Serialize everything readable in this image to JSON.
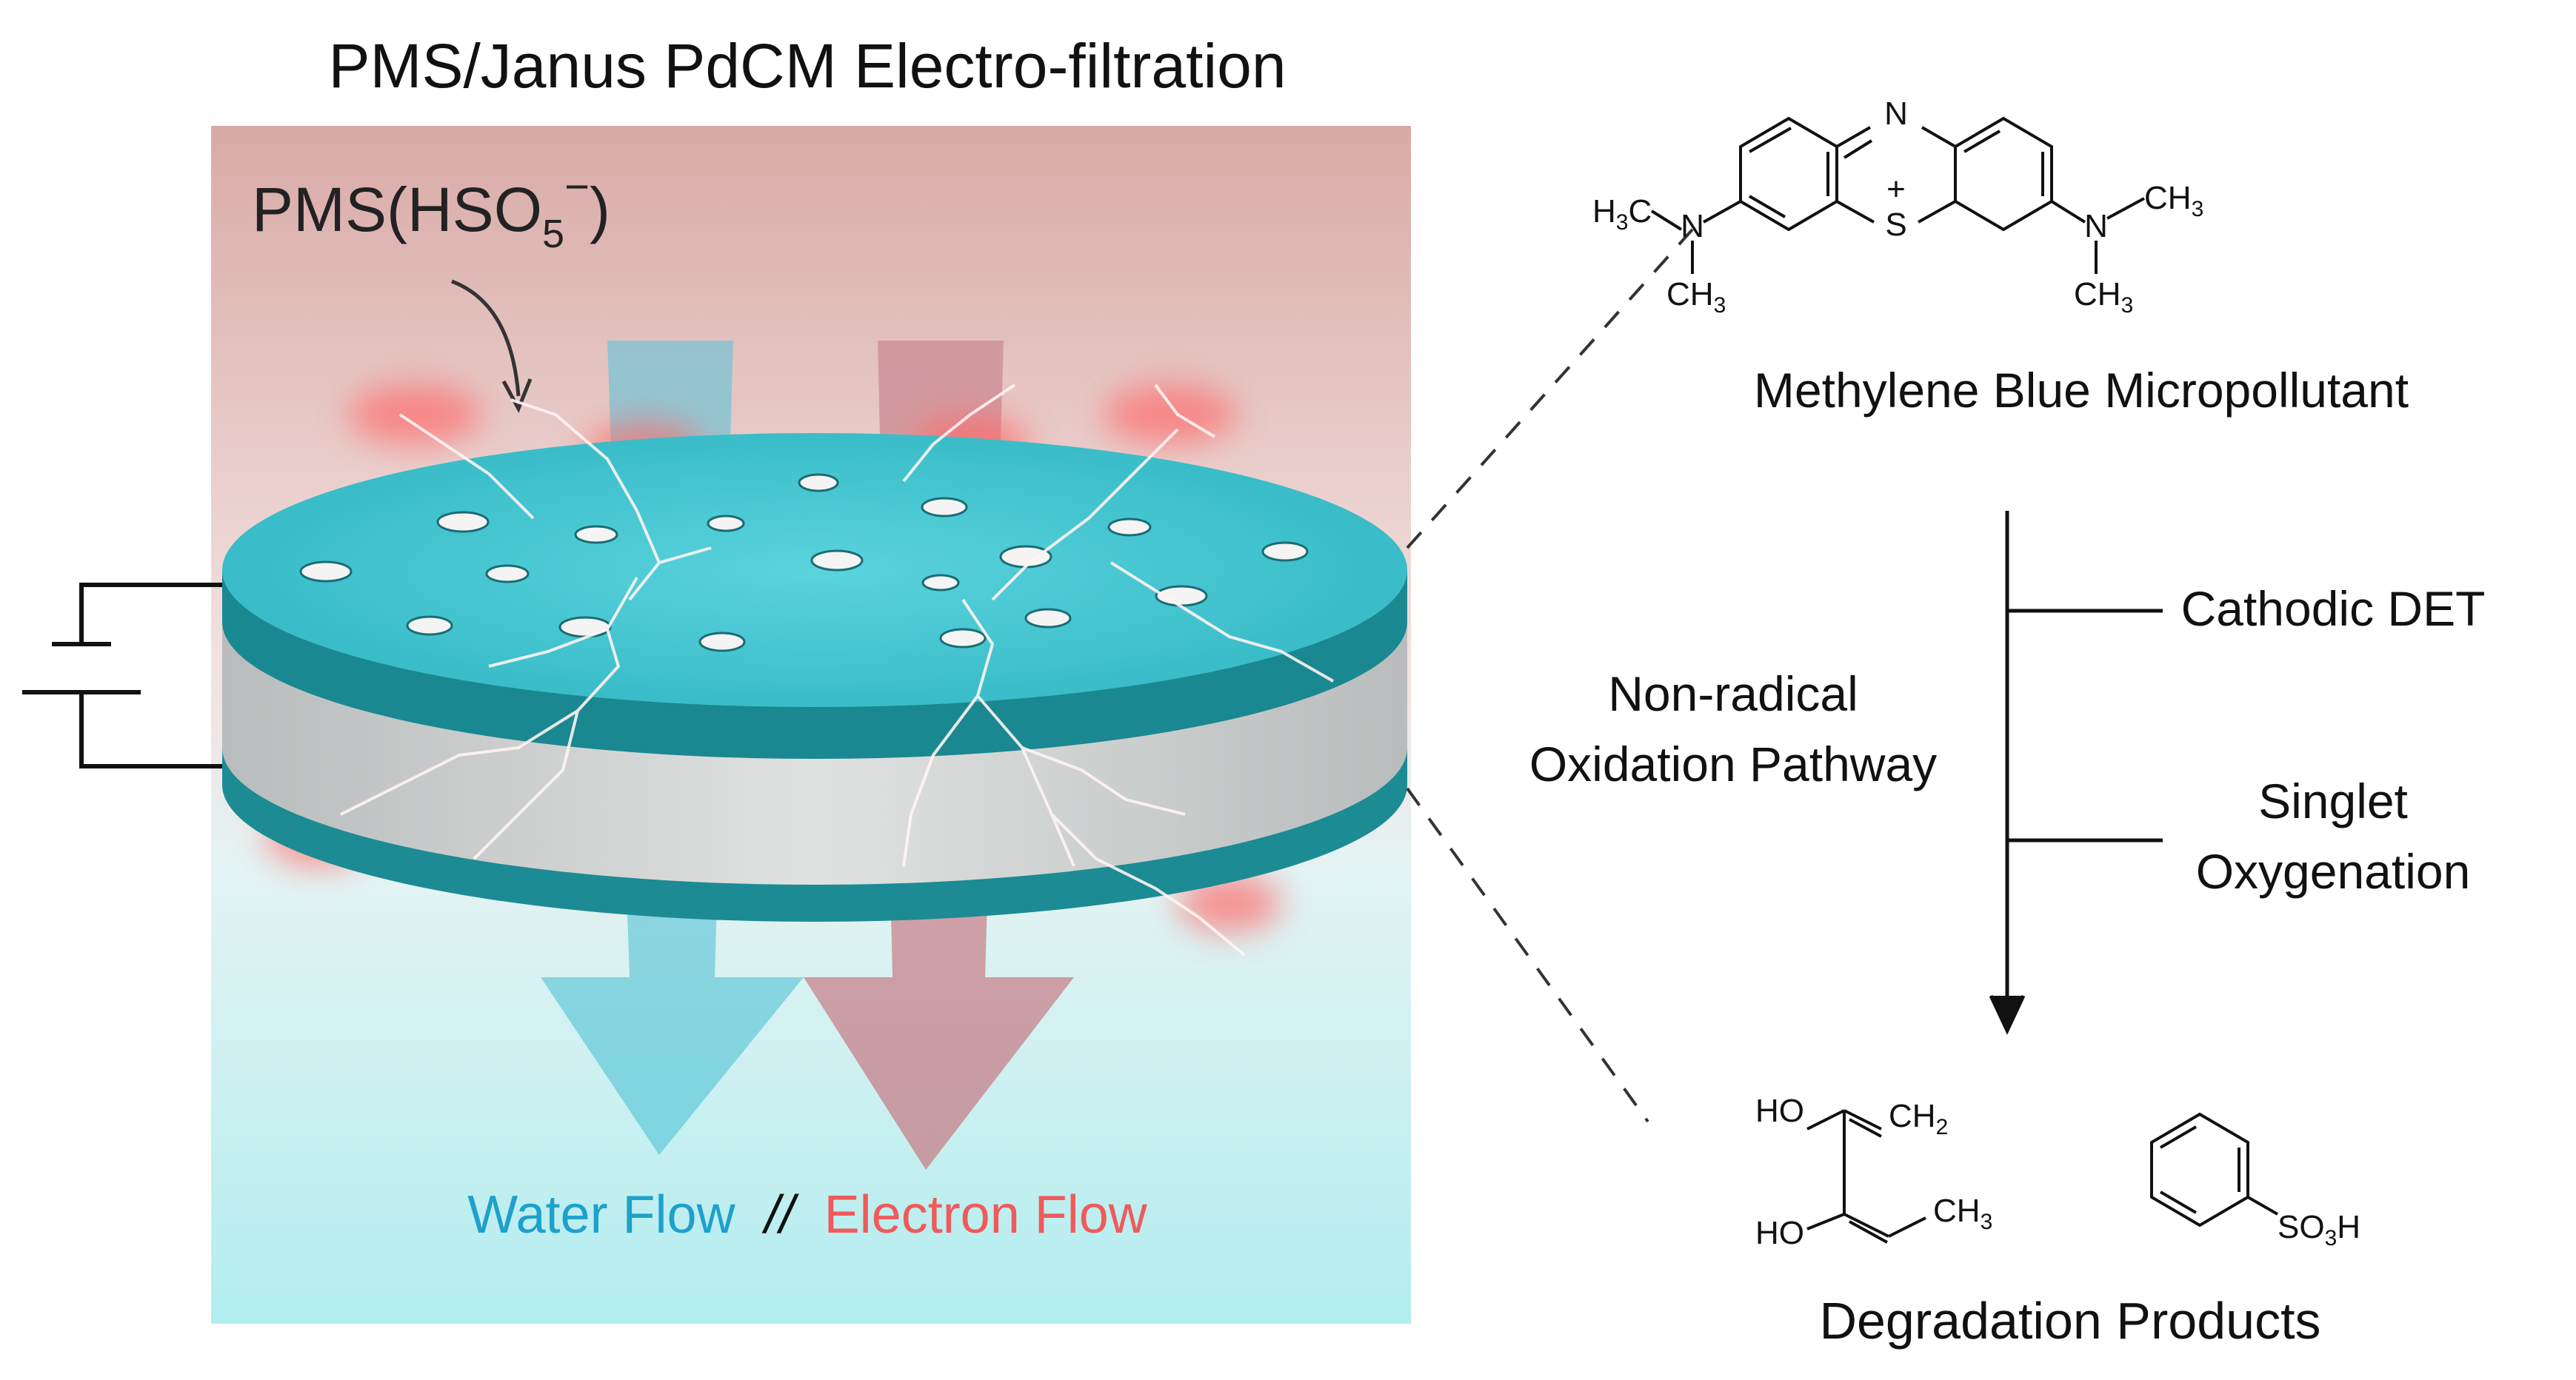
{
  "left_panel": {
    "title": "PMS/Janus PdCM Electro-filtration",
    "pms_label_main": "PMS(HSO",
    "pms_label_sub": "5",
    "pms_label_sup": "−",
    "pms_label_close": ")",
    "water_flow": "Water Flow",
    "separator": "//",
    "electron_flow": "Electron Flow",
    "colors": {
      "top_gradient": "#dfb3ae",
      "bottom_gradient": "#b8eeef",
      "membrane_top": "#3fc4cf",
      "membrane_edge": "#167f88",
      "membrane_gray": "#c9cbcb",
      "water_flow_text": "#1ea0cc",
      "electron_flow_text": "#f05a5a"
    }
  },
  "right_panel": {
    "reactant_name": "Methylene Blue Micropollutant",
    "pathway_label_line1": "Non-radical",
    "pathway_label_line2": "Oxidation Pathway",
    "branch1_label": "Cathodic DET",
    "branch2_line1": "Singlet",
    "branch2_line2": "Oxygenation",
    "products_label": "Degradation Products",
    "mb_atoms": {
      "n_ring": "N",
      "s_ring": "S",
      "charge": "+",
      "left_h3c": "H",
      "left_h3c_sub": "3",
      "left_h3c_c": "C",
      "left_n": "N",
      "left_ch3": "CH",
      "left_ch3_sub": "3",
      "right_n": "N",
      "right_ch3_top": "CH",
      "right_ch3_top_sub": "3",
      "right_ch3_bot": "CH",
      "right_ch3_bot_sub": "3"
    },
    "product1_atoms": {
      "ho_top": "HO",
      "ch2": "CH",
      "ch2_sub": "2",
      "ho_bottom": "HO",
      "ch3": "CH",
      "ch3_sub": "3"
    },
    "product2_atoms": {
      "so3h_so": "SO",
      "so3h_sub": "3",
      "so3h_h": "H"
    }
  }
}
